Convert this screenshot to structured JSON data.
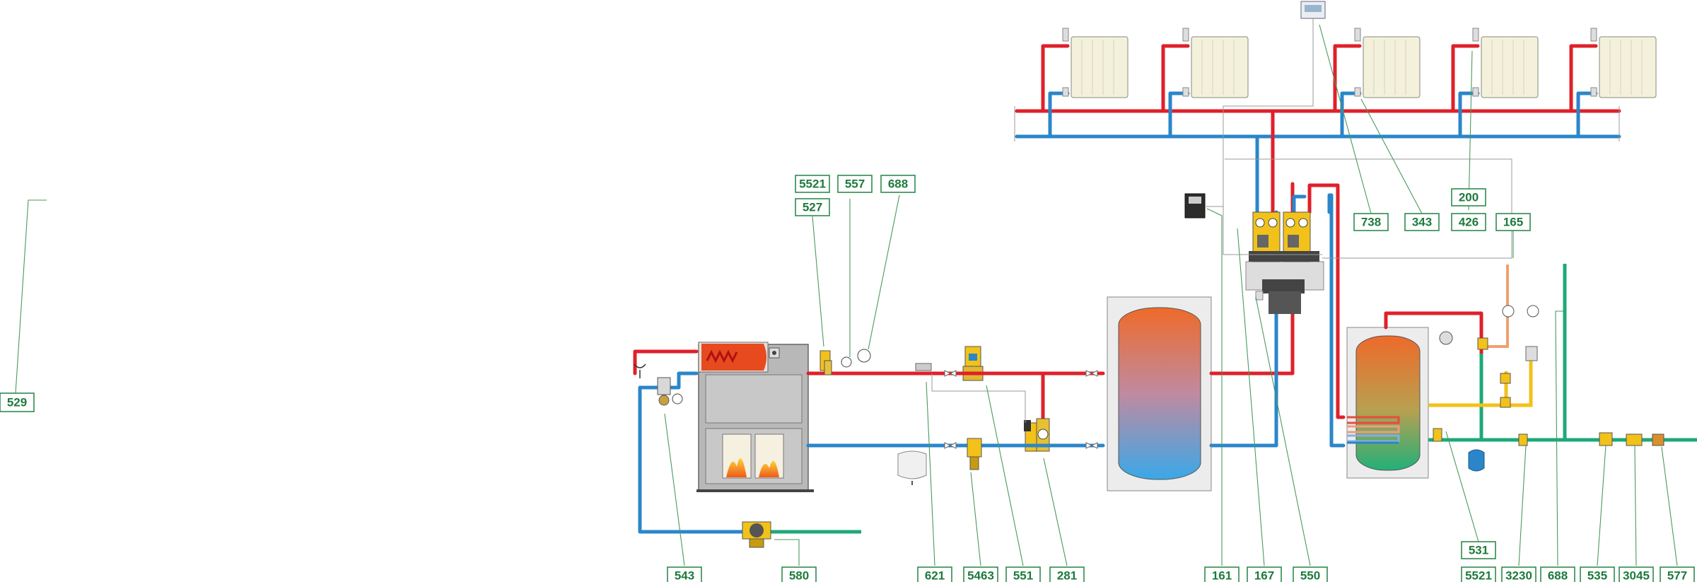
{
  "labels": {
    "l529": "529",
    "l5521a": "5521",
    "l527": "527",
    "l557": "557",
    "l688a": "688",
    "l738": "738",
    "l343": "343",
    "l200": "200",
    "l426": "426",
    "l165": "165",
    "l543": "543",
    "l580": "580",
    "l621": "621",
    "l5463": "5463",
    "l551": "551",
    "l281": "281",
    "l161": "161",
    "l167": "167",
    "l550": "550",
    "l531": "531",
    "l5521b": "5521",
    "l3230": "3230",
    "l688b": "688",
    "l535": "535",
    "l3045": "3045",
    "l577": "577"
  },
  "colors": {
    "hot_pipe": "#e0202a",
    "cold_pipe": "#2a86c9",
    "domestic_water": "#1fa878",
    "gas_yellow": "#f2c21a",
    "label_green": "#1e7a3c",
    "boiler_grey": "#b8b8b8",
    "radiator": "#f3f0dc"
  },
  "icons": [
    "radiator-icon",
    "boiler-icon",
    "thermostat-icon",
    "controller-icon",
    "pump-icon",
    "expansion-vessel-icon",
    "storage-tank-icon",
    "dhw-cylinder-icon",
    "valve-icon",
    "gauge-icon"
  ]
}
